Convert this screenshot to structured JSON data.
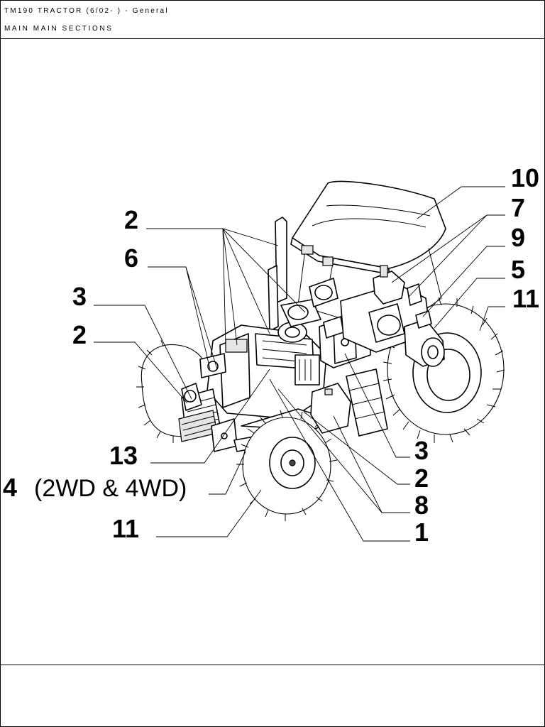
{
  "header": {
    "title": "TM190 TRACTOR (6/02- ) - General",
    "section": "MAIN MAIN SECTIONS"
  },
  "callouts": {
    "c10": "10",
    "c7": "7",
    "c9": "9",
    "c5": "5",
    "c11_right": "11",
    "c2_top": "2",
    "c6": "6",
    "c3_left": "3",
    "c2_left": "2",
    "c13": "13",
    "c4": "4",
    "c4_note": "(2WD & 4WD)",
    "c11_bottom": "11",
    "c3_right": "3",
    "c2_right": "2",
    "c8": "8",
    "c1": "1"
  }
}
